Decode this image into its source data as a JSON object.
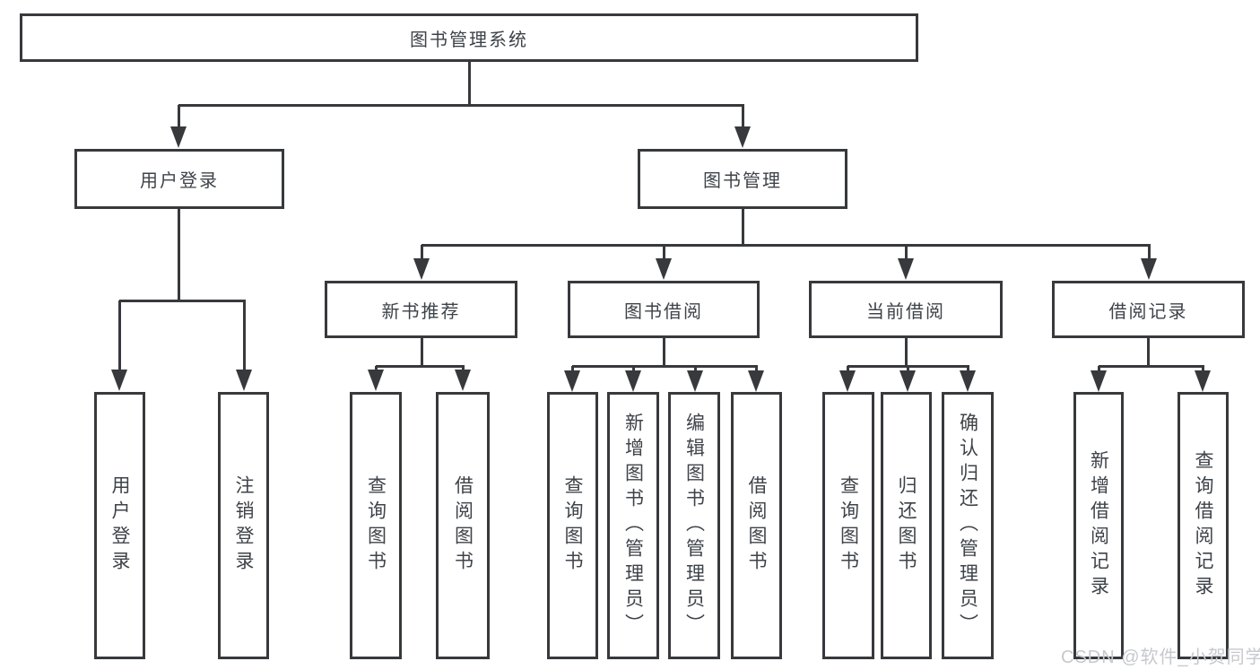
{
  "diagram_title": "图书管理系统",
  "nodes": {
    "root": "图书管理系统",
    "user_login": "用户登录",
    "book_management": "图书管理",
    "new_book_recommend": "新书推荐",
    "book_borrowing": "图书借阅",
    "current_borrowing": "当前借阅",
    "borrowing_records": "借阅记录",
    "leaf_user_login": "用户登录",
    "leaf_logout": "注销登录",
    "rec_query_books": "查询图书",
    "rec_borrow_books": "借阅图书",
    "bb_query_books": "查询图书",
    "bb_add_books": "新增图书（管理员）",
    "bb_edit_books": "编辑图书（管理员）",
    "bb_borrow_books": "借阅图书",
    "cb_query_books": "查询图书",
    "cb_return_books": "归还图书",
    "cb_confirm_return": "确认归还（管理员）",
    "br_add_record": "新增借阅记录",
    "br_query_record": "查询借阅记录"
  },
  "watermark": {
    "text": "CSDN @软件_小贺同学"
  },
  "colors": {
    "line": "#37393c",
    "text": "#3e4349",
    "watermark": "#c6c9cd",
    "background": "#ffffff"
  }
}
